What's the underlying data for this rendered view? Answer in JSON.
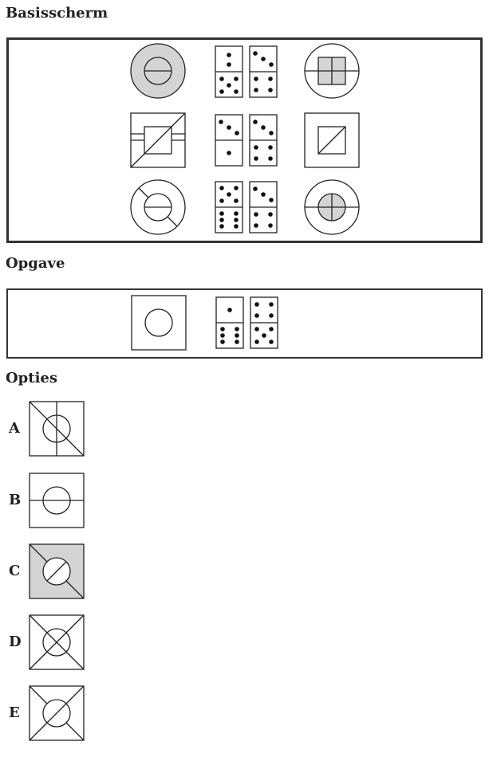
{
  "headings": {
    "base": "Basisscherm",
    "task": "Opgave",
    "options": "Opties"
  },
  "options": [
    {
      "letter": "A",
      "figure": "square-circle-diagonal-and-vertical-line"
    },
    {
      "letter": "B",
      "figure": "square-circle-horizontal-line"
    },
    {
      "letter": "C",
      "figure": "gray-square-circle-diagonal-and-slash"
    },
    {
      "letter": "D",
      "figure": "square-circle-x-cross"
    },
    {
      "letter": "E",
      "figure": "square-circle-x-cross-and-slash"
    }
  ],
  "colors": {
    "stroke": "#222222",
    "shaded": "#d4d4d4",
    "panel_border": "#333333"
  }
}
